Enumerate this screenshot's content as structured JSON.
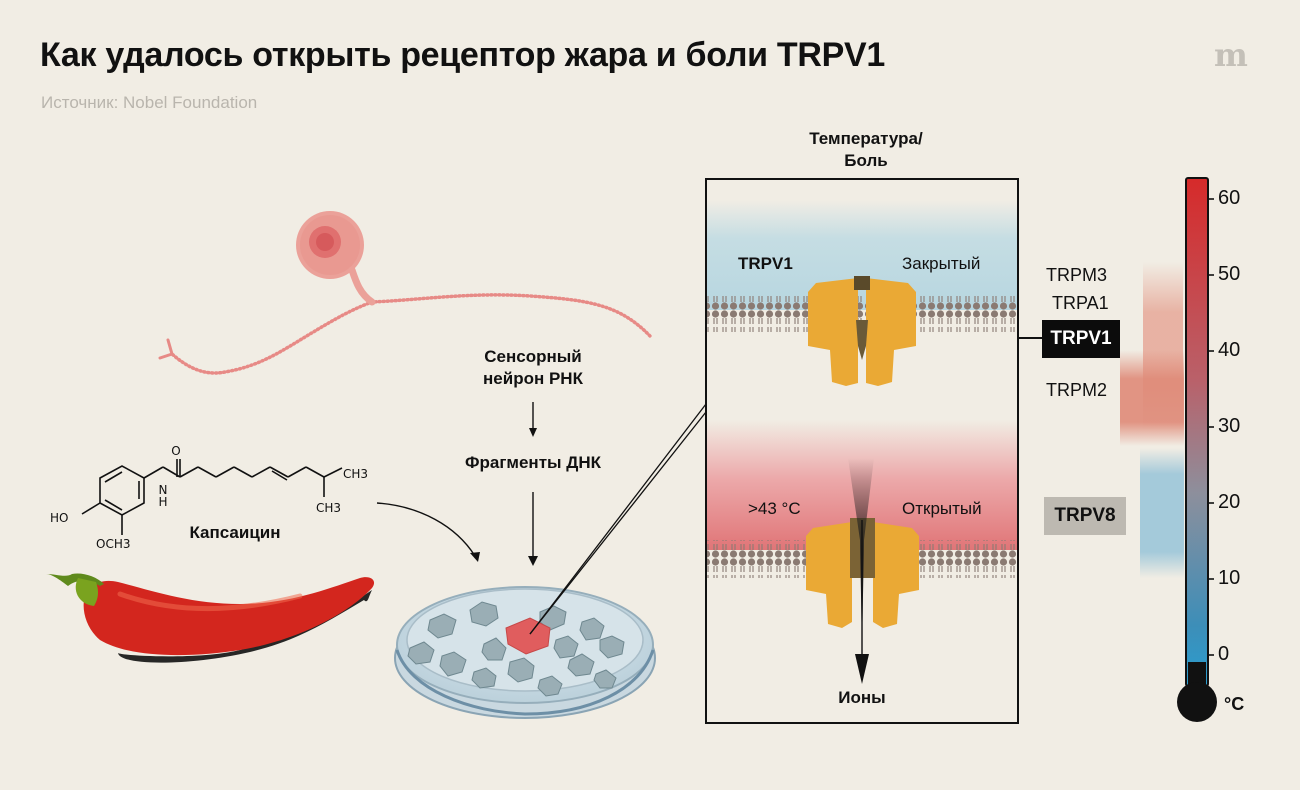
{
  "header": {
    "title": "Как удалось открыть рецептор жара и боли TRPV1",
    "source": "Источник: Nobel Foundation",
    "logo": "m"
  },
  "left": {
    "rna_label_line1": "Сенсорный",
    "rna_label_line2": "нейрон РНК",
    "dna_label": "Фрагменты ДНК",
    "capsaicin_label": "Капсаицин",
    "chem_o": "O",
    "chem_n": "N",
    "chem_h": "H",
    "chem_ho": "HO",
    "chem_och3": "OCH3",
    "chem_ch3_top": "CH3",
    "chem_ch3_bottom": "CH3"
  },
  "panel": {
    "header_line1": "Температура/",
    "header_line2": "Боль",
    "top_channel": "TRPV1",
    "closed_state": "Закрытый",
    "threshold": ">43 °C",
    "open_state": "Открытый",
    "ions": "Ионы"
  },
  "receptors": {
    "trpm3": "TRPM3",
    "trpa1": "TRPA1",
    "trpv1": "TRPV1",
    "trpm2": "TRPM2",
    "trpv8": "TRPV8"
  },
  "thermometer": {
    "unit": "°C",
    "ticks": [
      "60",
      "50",
      "40",
      "30",
      "20",
      "10",
      "0"
    ]
  },
  "colors": {
    "background": "#f1ede4",
    "channel_orange": "#eaa935",
    "membrane_brown": "#8a7a72",
    "neuron_pink": "#e78a86",
    "pepper_red": "#d3261e"
  }
}
